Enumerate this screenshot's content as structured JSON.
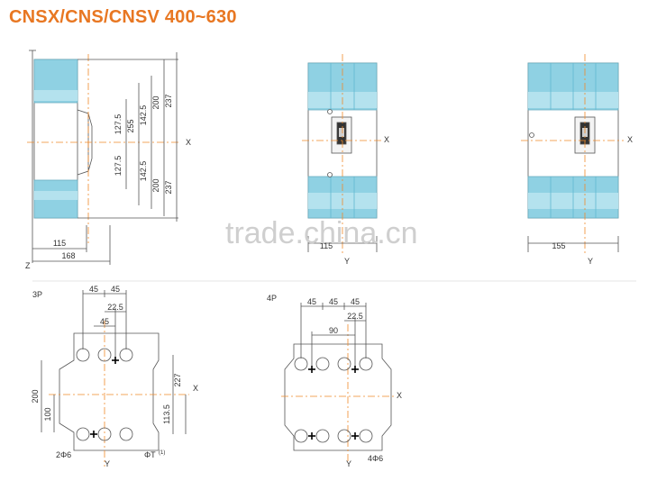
{
  "title": "CNSX/CNS/CNSV 400~630",
  "watermark": "trade.china.cn",
  "colors": {
    "title": "#e87722",
    "breaker_body": "#8fd1e3",
    "breaker_dark": "#5fb8d0",
    "center_line": "#f08a2a",
    "line": "#444444"
  },
  "side_view": {
    "dims_vertical": [
      "127.5",
      "255",
      "127.5",
      "142.5",
      "200",
      "237",
      "142.5",
      "200",
      "237"
    ],
    "dims_horizontal": [
      "115",
      "168"
    ],
    "axis_x": "X",
    "axis_z": "Z"
  },
  "front_view_3p": {
    "width": "115",
    "axis_x": "X",
    "axis_y": "Y"
  },
  "front_view_4p": {
    "width": "155",
    "axis_x": "X",
    "axis_y": "Y"
  },
  "drill_3p": {
    "label": "3P",
    "dims_top": [
      "45",
      "45",
      "22.5",
      "45"
    ],
    "dims_vertical": [
      "200",
      "100",
      "227",
      "113.5"
    ],
    "hole_note": "2Φ6",
    "thread_note": "ΦT",
    "thread_sup": "(1)",
    "axis_x": "X",
    "axis_y": "Y"
  },
  "drill_4p": {
    "label": "4P",
    "dims_top": [
      "45",
      "45",
      "45",
      "22.5",
      "90"
    ],
    "hole_note": "4Φ6",
    "axis_x": "X",
    "axis_y": "Y"
  }
}
